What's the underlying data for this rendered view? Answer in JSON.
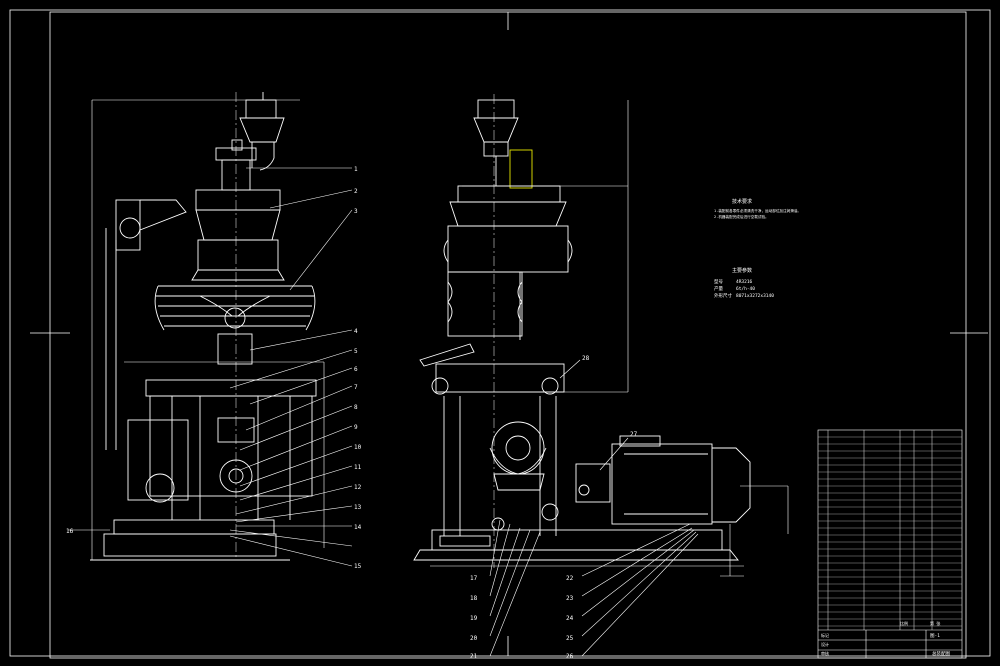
{
  "notes": {
    "heading": "技术要求",
    "lines": [
      "1.装配前各零件必须清洗干净，运动部位加注润滑油。",
      "2.机器装配完成后进行空载试验。"
    ]
  },
  "specs": {
    "heading": "主要参数",
    "rows": [
      {
        "label": "型号",
        "value": "4R3216"
      },
      {
        "label": "产量",
        "value": "6t/h-40"
      },
      {
        "label": "外形尺寸",
        "value": "8071x3272x3140"
      }
    ]
  },
  "left_callouts": [
    "1",
    "2",
    "3",
    "4",
    "5",
    "6",
    "7",
    "8",
    "9",
    "10",
    "11",
    "12",
    "13",
    "14",
    "15"
  ],
  "left_base_callout": "16",
  "bottom_callouts_left": [
    "17",
    "18",
    "19",
    "20",
    "21"
  ],
  "bottom_callouts_right": [
    "22",
    "23",
    "24",
    "25",
    "26"
  ],
  "right_callout_top": "28",
  "right_callout_motor": "27",
  "title_block": {
    "drawing_no": "图-1",
    "title": "总装配图",
    "scale_label": "比例",
    "sheet_label": "第 张",
    "row_labels": [
      "标记",
      "设计",
      "审核"
    ]
  }
}
